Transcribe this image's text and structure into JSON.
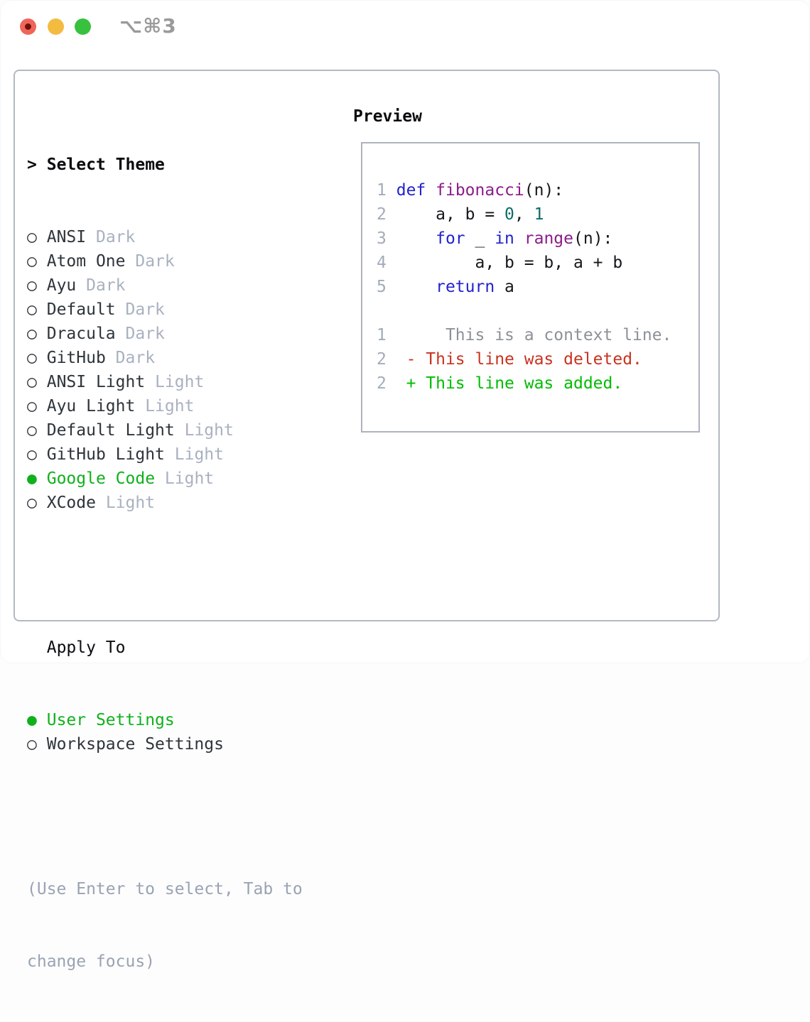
{
  "titlebar": {
    "shortcut": "⌥⌘3",
    "traffic_lights": [
      "close",
      "minimize",
      "zoom"
    ]
  },
  "icons": {
    "radio_unselected": "○",
    "radio_selected": "●"
  },
  "theme_panel": {
    "header": {
      "marker": ">",
      "label": "Select Theme"
    },
    "themes": [
      {
        "name": "ANSI",
        "tag": "Dark",
        "selected": false
      },
      {
        "name": "Atom One",
        "tag": "Dark",
        "selected": false
      },
      {
        "name": "Ayu",
        "tag": "Dark",
        "selected": false
      },
      {
        "name": "Default",
        "tag": "Dark",
        "selected": false
      },
      {
        "name": "Dracula",
        "tag": "Dark",
        "selected": false
      },
      {
        "name": "GitHub",
        "tag": "Dark",
        "selected": false
      },
      {
        "name": "ANSI Light",
        "tag": "Light",
        "selected": false
      },
      {
        "name": "Ayu Light",
        "tag": "Light",
        "selected": false
      },
      {
        "name": "Default Light",
        "tag": "Light",
        "selected": false
      },
      {
        "name": "GitHub Light",
        "tag": "Light",
        "selected": false
      },
      {
        "name": "Google Code",
        "tag": "Light",
        "selected": true
      },
      {
        "name": "XCode",
        "tag": "Light",
        "selected": false
      }
    ],
    "apply_to": {
      "marker": " ",
      "label": "Apply To",
      "options": [
        {
          "name": "User Settings",
          "selected": true
        },
        {
          "name": "Workspace Settings",
          "selected": false
        }
      ]
    },
    "help": [
      "(Use Enter to select, Tab to",
      "change focus)"
    ]
  },
  "preview": {
    "label": "Preview",
    "code_lines": [
      {
        "num": "1",
        "tokens": [
          [
            "kw",
            "def"
          ],
          [
            "pl",
            " "
          ],
          [
            "fn",
            "fibonacci"
          ],
          [
            "pl",
            "(n):"
          ]
        ]
      },
      {
        "num": "2",
        "tokens": [
          [
            "pl",
            "    a, b = "
          ],
          [
            "lit",
            "0"
          ],
          [
            "pl",
            ", "
          ],
          [
            "lit",
            "1"
          ]
        ]
      },
      {
        "num": "3",
        "tokens": [
          [
            "pl",
            "    "
          ],
          [
            "kw",
            "for"
          ],
          [
            "pl",
            " _ "
          ],
          [
            "kw",
            "in"
          ],
          [
            "pl",
            " "
          ],
          [
            "fn",
            "range"
          ],
          [
            "pl",
            "(n):"
          ]
        ]
      },
      {
        "num": "4",
        "tokens": [
          [
            "pl",
            "        a, b = b, a + b"
          ]
        ]
      },
      {
        "num": "5",
        "tokens": [
          [
            "pl",
            "    "
          ],
          [
            "kw",
            "return"
          ],
          [
            "pl",
            " a"
          ]
        ]
      }
    ],
    "diff_lines": [
      {
        "num": "1",
        "kind": "context",
        "text": "     This is a context line."
      },
      {
        "num": "2",
        "kind": "deleted",
        "text": " - This line was deleted."
      },
      {
        "num": "2",
        "kind": "added",
        "text": " + This line was added."
      }
    ]
  },
  "colors": {
    "accent_green": "#10b01c",
    "keyword_blue": "#2323cc",
    "function_purple": "#8b1d8b",
    "literal_teal": "#0c6c68",
    "diff_red": "#c9331f",
    "diff_green": "#00bd00",
    "context_gray": "#8d9199",
    "linenum_gray": "#a3acba",
    "tag_gray": "#a9b1c0",
    "text_dark": "#2e343a",
    "panel_border_gray": "#b2b9c3",
    "preview_border_gray": "#adb4bd",
    "help_gray": "#9aa3b2",
    "titlebar_gray": "#9a9a9a",
    "traffic_red": "#f0655a",
    "traffic_red_dot": "#70100b",
    "traffic_yellow": "#f3bc41",
    "traffic_green": "#38c13f"
  }
}
